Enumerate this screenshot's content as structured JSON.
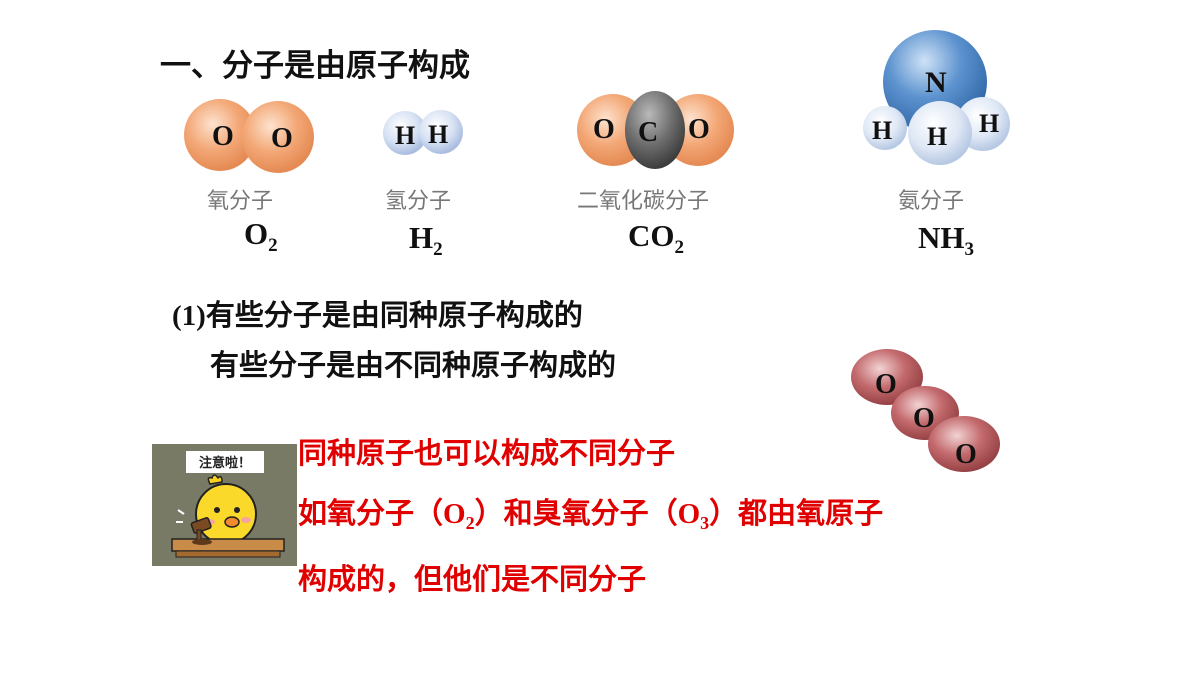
{
  "heading": "一、分子是由原子构成",
  "molecules": [
    {
      "label": "氧分子",
      "formula": "O",
      "subscript": "2",
      "atoms": [
        "O",
        "O"
      ]
    },
    {
      "label": "氢分子",
      "formula": "H",
      "subscript": "2",
      "atoms": [
        "H",
        "H"
      ]
    },
    {
      "label": "二氧化碳分子",
      "formula": "CO",
      "subscript": "2",
      "atoms": [
        "O",
        "C",
        "O"
      ]
    },
    {
      "label": "氨分子",
      "formula": "NH",
      "subscript": "3",
      "atoms": [
        "N",
        "H",
        "H",
        "H"
      ]
    }
  ],
  "ozone_atoms": [
    "O",
    "O",
    "O"
  ],
  "points": {
    "line1_prefix": "(1)",
    "line1_text": "有些分子是由同种原子构成的",
    "line2_text": "有些分子是由不同种原子构成的"
  },
  "note": {
    "badge": "注意啦！",
    "line1": "同种原子也可以构成不同分子",
    "line2_a": "如氧分子（",
    "line2_o1": "O",
    "line2_s1": "2",
    "line2_b": "）和臭氧分子（",
    "line2_o2": "O",
    "line2_s2": "3",
    "line2_c": "）都由氧原子",
    "line3": "构成的，但他们是不同分子"
  },
  "colors": {
    "oxygen": "#f0a372",
    "hydrogen": "#c9d6ee",
    "carbon": "#6d6d6d",
    "nitrogen": "#4f86c6",
    "ozone": "#b9585c",
    "note_text": "#e00000"
  }
}
